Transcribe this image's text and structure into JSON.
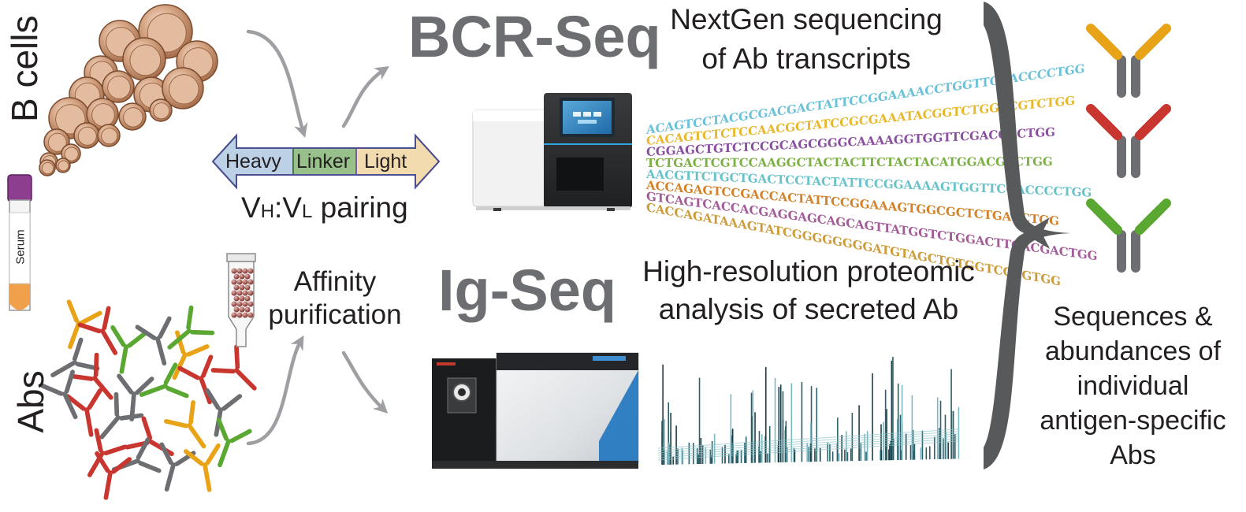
{
  "labels": {
    "b_cells": "B cells",
    "abs": "Abs",
    "serum": "Serum",
    "heavy": "Heavy",
    "linker": "Linker",
    "light": "Light",
    "pairing": "VH:VL pairing",
    "pairing_v1": "V",
    "pairing_h": "H",
    "pairing_colon": ":V",
    "pairing_l": "L",
    "pairing_rest": " pairing",
    "affinity_1": "Affinity",
    "affinity_2": "purification",
    "bcr_seq": "BCR-Seq",
    "ig_seq": "Ig-Seq",
    "ngs_1": "NextGen sequencing",
    "ngs_2": "of Ab transcripts",
    "prot_1": "High-resolution proteomic",
    "prot_2": "analysis of secreted Ab",
    "result_1": "Sequences &",
    "result_2": "abundances of",
    "result_3": "individual",
    "result_4": "antigen-specific",
    "result_5": "Abs"
  },
  "colors": {
    "cell_fill": "#c89878",
    "cell_stroke": "#7a4b2e",
    "arrow_grey": "#9d9fa2",
    "heavy_fill": "#bcd0e6",
    "linker_fill": "#98c08a",
    "light_fill": "#f3dbb0",
    "ab_orange": "#e8a317",
    "ab_red": "#c8362f",
    "ab_green": "#5aa832",
    "ab_grey": "#6d6e71",
    "tube_cap": "#8e3e8e",
    "tube_fluid": "#f0a04a"
  },
  "sequences": [
    "ACAGTCCTACGCGACGACTATTCCGGAAAACCTGGTTCGACCCCTGG",
    "CACAGTCTCTCCAACGCTATCCGCGAAATACGGTCTGGACGTCTGG",
    "CGGAGCTGTCTCCGCAGCGGGCAAAAGGTGGTTCGACCCCTGG",
    "TCTGACTCGTCCAAGGCTACTACTTCTACTACATGGACGTCTGG",
    "AACGTTCTGCTGACTCCTACTATTCCGGAAAAGTGGTTCGACCCCTGG",
    "ACCAGAGTCCGACCACTATTCCGGAAAGTGGCGCTCTGACCTGG",
    "GTCAGTCACCACGAGGAGCAGCAGTTATGGTCTGGACTTGACGACTGG",
    "CACCAGATAAAGTATCGGGGGGGGATGTAGCTGTGGTCCCGTGG"
  ],
  "seq_colors": [
    "#6ac1d8",
    "#e8b82c",
    "#8a4fa0",
    "#7bb043",
    "#69c2c9",
    "#d4822a",
    "#a45c99",
    "#cc9c3a"
  ]
}
